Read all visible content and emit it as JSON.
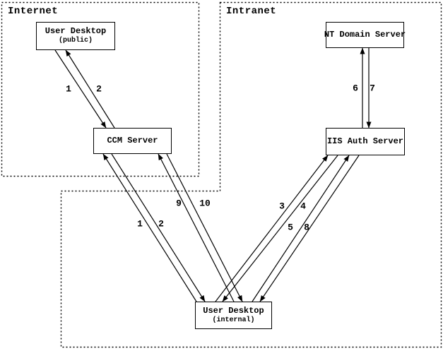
{
  "zones": {
    "internet": {
      "label": "Internet"
    },
    "intranet": {
      "label": "Intranet"
    }
  },
  "nodes": {
    "ud_public": {
      "title": "User Desktop",
      "subtitle": "(public)"
    },
    "ccm": {
      "title": "CCM Server"
    },
    "nt_domain": {
      "title": "NT Domain Server"
    },
    "iis_auth": {
      "title": "IIS Auth Server"
    },
    "ud_internal": {
      "title": "User Desktop",
      "subtitle": "(internal)"
    }
  },
  "edges": [
    {
      "label": "1",
      "from": "user-desktop-public",
      "to": "ccm-server"
    },
    {
      "label": "2",
      "from": "ccm-server",
      "to": "user-desktop-public"
    },
    {
      "label": "1",
      "from": "user-desktop-internal",
      "to": "ccm-server"
    },
    {
      "label": "2",
      "from": "ccm-server",
      "to": "user-desktop-internal"
    },
    {
      "label": "9",
      "from": "user-desktop-internal",
      "to": "ccm-server"
    },
    {
      "label": "10",
      "from": "ccm-server",
      "to": "user-desktop-internal"
    },
    {
      "label": "3",
      "from": "user-desktop-internal",
      "to": "iis-auth-server"
    },
    {
      "label": "4",
      "from": "iis-auth-server",
      "to": "user-desktop-internal"
    },
    {
      "label": "5",
      "from": "user-desktop-internal",
      "to": "iis-auth-server"
    },
    {
      "label": "8",
      "from": "iis-auth-server",
      "to": "user-desktop-internal"
    },
    {
      "label": "6",
      "from": "iis-auth-server",
      "to": "nt-domain-server"
    },
    {
      "label": "7",
      "from": "nt-domain-server",
      "to": "iis-auth-server"
    }
  ],
  "colors": {
    "ink": "#000000",
    "background": "#ffffff"
  }
}
